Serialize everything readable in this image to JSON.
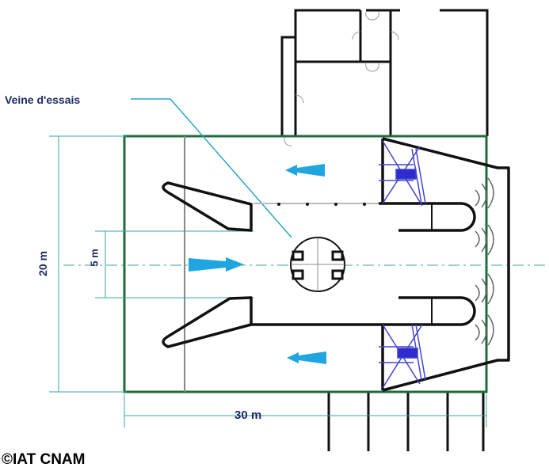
{
  "labels": {
    "test_section": "Veine d'essais",
    "height_dim": "20 m",
    "width_dim": "5 m",
    "length_dim": "30 m",
    "copyright": "©IAT CNAM"
  },
  "colors": {
    "outline": "#1f6b3a",
    "walls": "#111111",
    "flow_arrows": "#1fa6e0",
    "fans": "#2c2ccf",
    "labels": "#1c2a66"
  }
}
